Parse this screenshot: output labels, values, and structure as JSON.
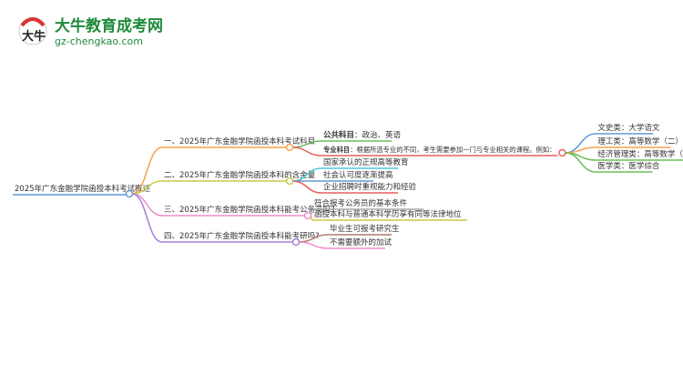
{
  "logo": {
    "name": "大牛教育成考网",
    "url": "gz-chengkao.com",
    "mark": "大牛"
  },
  "root": {
    "label": "2025年广东金融学院函授本科考试概述",
    "color": "#5b9bd5"
  },
  "branches": [
    {
      "label": "一、2025年广东金融学院函授本科考试科目",
      "color": "#f7a24d",
      "children": [
        {
          "bold": "公共科目",
          "label": "：政治、英语",
          "color": "#6bbf59"
        },
        {
          "bold": "专业科目",
          "label": "：根据所选专业的不同，考生需要参加一门与专业相关的课程。例如：",
          "color": "#e8605a",
          "children": [
            {
              "label": "文史类：大学语文",
              "color": "#5b9bd5"
            },
            {
              "label": "理工类：高等数学（二）",
              "color": "#f7a24d"
            },
            {
              "label": "经济管理类：高等数学（二）",
              "color": "#6bbf59"
            },
            {
              "label": "医学类：医学综合",
              "color": "#6bbf59"
            }
          ]
        }
      ]
    },
    {
      "label": "二、2025年广东金融学院函授本科的含金量",
      "color": "#c9c94a",
      "children": [
        {
          "label": "国家承认的正规高等教育",
          "color": "#4fc9dc"
        },
        {
          "label": "社会认可度逐渐提高",
          "color": "#5b9bd5"
        },
        {
          "label": "企业招聘时重视能力和经验",
          "color": "#e8605a"
        }
      ]
    },
    {
      "label": "三、2025年广东金融学院函授本科能考公务员吗?",
      "color": "#f08cc8",
      "children": [
        {
          "label": "符合报考公务员的基本条件",
          "color": "#aaaaaa"
        },
        {
          "label": "函授本科与普通本科学历享有同等法律地位",
          "color": "#c8c840"
        }
      ]
    },
    {
      "label": "四、2025年广东金融学院函授本科能考研吗?",
      "color": "#a77fd6",
      "children": [
        {
          "label": "毕业生可报考研究生",
          "color": "#b07a6e"
        },
        {
          "label": "不需要额外的加试",
          "color": "#f08cc8"
        }
      ]
    }
  ]
}
